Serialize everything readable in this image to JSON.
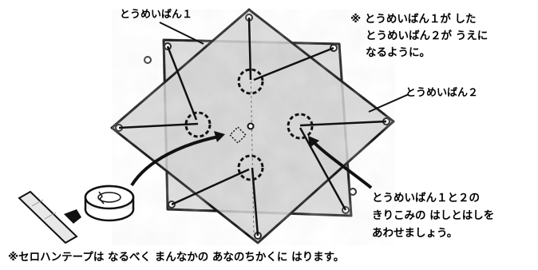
{
  "labels": {
    "sheet1": "とうめいばん１",
    "sheet2": "とうめいばん２",
    "note_top_line1": "※ とうめいばん１が した",
    "note_top_line2": "とうめいばん２が うえに",
    "note_top_line3": "なるように。",
    "align_line1": "とうめいばん１と２の",
    "align_line2": "きりこみの はしとはしを",
    "align_line3": "あわせましょう。",
    "footer": "※セロハンテープは なるべく まんなかの あなのちかくに はります。"
  },
  "colors": {
    "line": "#111111",
    "fill": "#dcdcdc",
    "background": "#ffffff"
  }
}
